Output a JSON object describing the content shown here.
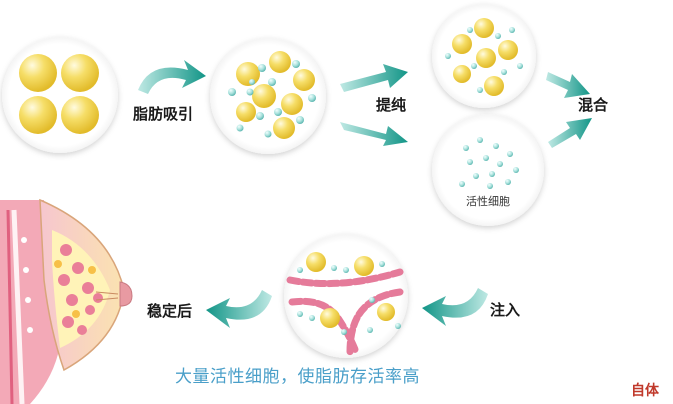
{
  "labels": {
    "fat_suction": "脂肪吸引",
    "purify": "提纯",
    "mix": "混合",
    "active_cells": "活性细胞",
    "after_stable": "稳定后",
    "inject": "注入"
  },
  "caption": "大量活性细胞，使脂肪存活率高",
  "watermark": "自体",
  "colors": {
    "arrow_teal": "#1a9a8e",
    "fat_yellow": "#f2d34c",
    "cell_teal": "#8fd3cf",
    "caption_blue": "#4a9fc9",
    "tissue_pink": "#e36b8a",
    "watermark_red": "#c0392b"
  }
}
